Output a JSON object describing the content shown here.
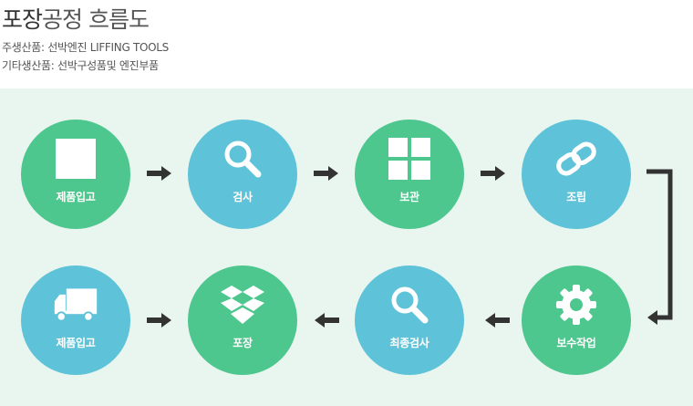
{
  "header": {
    "title_part1": "포장",
    "title_part2": "공정 흐름도",
    "line1": "주생산품:  선박엔진 LIFFING TOOLS",
    "line2": "기타생산품:  선박구성품및 엔진부품"
  },
  "colors": {
    "green": "#4ec78f",
    "blue": "#5ec3d8",
    "arrow": "#333333",
    "panel": "#e9f6f0"
  },
  "flow": {
    "steps": [
      {
        "label": "제품입고",
        "icon": "square-icon"
      },
      {
        "label": "검사",
        "icon": "magnifier-icon"
      },
      {
        "label": "보관",
        "icon": "grid-icon"
      },
      {
        "label": "조립",
        "icon": "chain-link-icon"
      },
      {
        "label": "보수작업",
        "icon": "gear-icon"
      },
      {
        "label": "최종검사",
        "icon": "magnifier-icon"
      },
      {
        "label": "포장",
        "icon": "dropbox-box-icon"
      },
      {
        "label": "제품입고",
        "icon": "truck-icon"
      }
    ]
  }
}
